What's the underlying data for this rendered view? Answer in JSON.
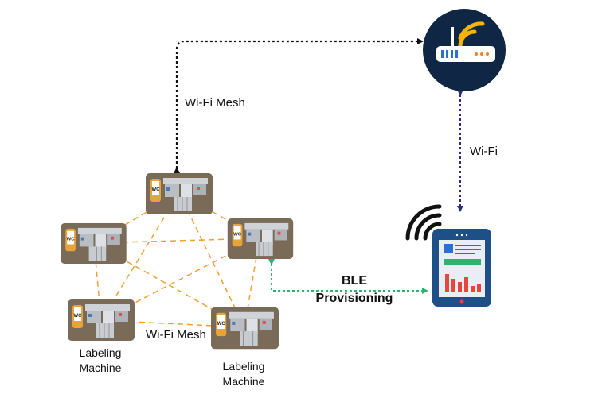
{
  "labels": {
    "mesh_top": "Wi-Fi Mesh",
    "mesh_bottom": "Wi-Fi Mesh",
    "wifi": "Wi-Fi",
    "ble_line1": "BLE",
    "ble_line2": "Provisioning",
    "machine_left_line1": "Labeling",
    "machine_left_line2": "Machine",
    "machine_right_line1": "Labeling",
    "machine_right_line2": "Machine"
  },
  "device_badge": "WC",
  "colors": {
    "router_circle": "#0f2744",
    "router_accent": "#f5b400",
    "router_body": "#ffffff",
    "router_dot": "#f5821f",
    "mesh_link": "#f0a030",
    "machine_card": "#7a6a58",
    "tablet_frame": "#1e4f86",
    "tablet_green": "#2eb46a",
    "tablet_bars": "#e8453c",
    "ble_link": "#2eb46a",
    "wifi_link": "#27307a",
    "mesh_top_link": "#111111"
  },
  "icons": {
    "router": "wifi-router-icon",
    "tablet": "tablet-dashboard-icon",
    "signal": "wifi-signal-icon",
    "machine": "labeling-machine-icon"
  }
}
